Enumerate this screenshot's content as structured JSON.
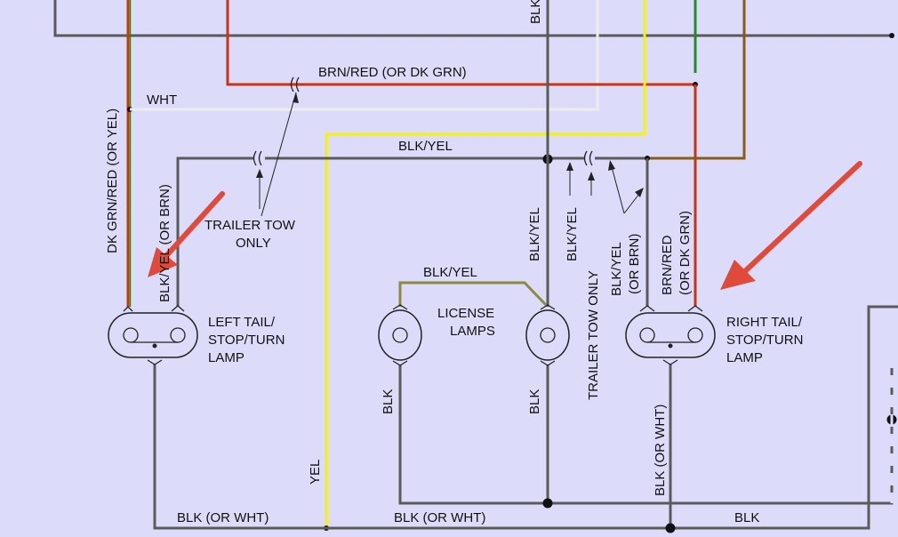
{
  "labels": {
    "wht": "WHT",
    "brn_red": "BRN/RED (OR DK GRN)",
    "blk_top": "BLK",
    "blk_yel_horiz": "BLK/YEL",
    "blk_yel_plate": "BLK/YEL",
    "dk_grn_red": "DK GRN/RED (OR YEL)",
    "blk_yel_or_brn_left": "BLK/YEL (OR BRN)",
    "trailer_tow_1": "TRAILER TOW",
    "trailer_tow_2": "ONLY",
    "left_lamp_1": "LEFT TAIL/",
    "left_lamp_2": "STOP/TURN",
    "left_lamp_3": "LAMP",
    "license_1": "LICENSE",
    "license_2": "LAMPS",
    "blk_yel_v1": "BLK/YEL",
    "blk_yel_v2": "BLK/YEL",
    "trailer_tow_only_v": "TRAILER TOW ONLY",
    "blk_yel_r1": "BLK/YEL",
    "blk_yel_r2": "(OR BRN)",
    "brn_red_r1": "BRN/RED",
    "brn_red_r2": "(OR DK GRN)",
    "right_lamp_1": "RIGHT TAIL/",
    "right_lamp_2": "STOP/TURN",
    "right_lamp_3": "LAMP",
    "blk_v1": "BLK",
    "blk_v2": "BLK",
    "blk_or_wht_v": "BLK (OR WHT)",
    "yel_v": "YEL",
    "blk_or_wht_b1": "BLK (OR WHT)",
    "blk_or_wht_b2": "BLK (OR WHT)",
    "blk_bottom": "BLK"
  },
  "colors": {
    "background": "#dcdcfa",
    "gray_wire": "#5a5a5a",
    "yellow_wire": "#f5f500",
    "red_wire": "#cc3311",
    "green_wire": "#228b22",
    "brown_wire": "#8a5a1a",
    "white_wire": "#ececec",
    "olive_wire": "#8a8a40",
    "arrow": "#e04a3a"
  }
}
